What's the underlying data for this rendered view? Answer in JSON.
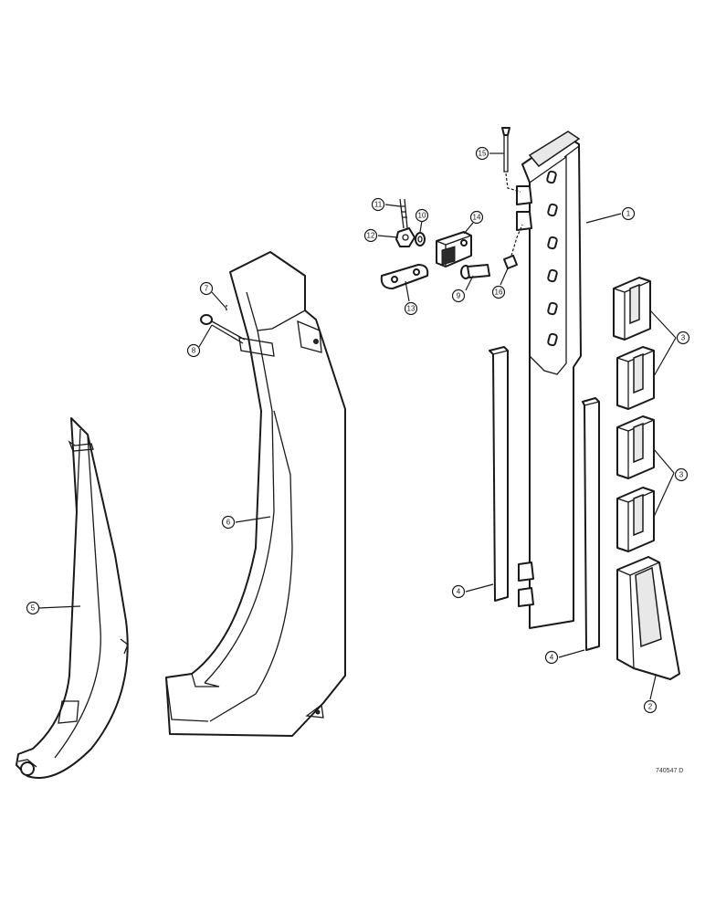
{
  "callouts": [
    "1",
    "2",
    "3",
    "4",
    "5",
    "6",
    "7",
    "8",
    "9",
    "10",
    "11",
    "12",
    "13",
    "14",
    "15",
    "16"
  ],
  "reference_code": "740547 D"
}
